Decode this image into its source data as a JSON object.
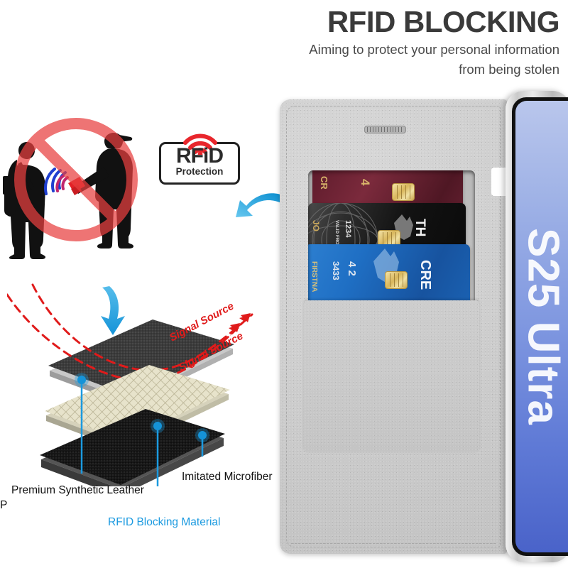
{
  "header": {
    "title": "RFID BLOCKING",
    "subtitle_line1": "Aiming to protect your personal information",
    "subtitle_line2": "from being stolen"
  },
  "badge": {
    "main_text": "RFiD",
    "sub_text": "Protection",
    "wave_color": "#e8262c",
    "frame_color": "#222222"
  },
  "prohibition": {
    "icon_name": "no-rfid-theft-sign",
    "circle_color": "#e8403f",
    "silhouette_color": "#111111",
    "scanner_color": "#e32227",
    "wave_color_primary": "#1f3fd0",
    "wave_color_secondary": "#c0266e"
  },
  "layers": {
    "signal_labels": [
      "Signal Source",
      "Signal Source"
    ],
    "signal_color": "#e01b1b",
    "incoming_arrow_color": "#29a3e0",
    "callouts": [
      {
        "label": "Premium Synthetic Leather",
        "color": "#111111"
      },
      {
        "label": "RFID Blocking Material",
        "color": "#1b9ae0"
      },
      {
        "label": "Imitated Microfiber",
        "color": "#111111"
      }
    ],
    "clipped_label": "P",
    "layer_names": [
      "leather-layer",
      "rfid-mesh-layer",
      "microfiber-layer"
    ]
  },
  "case": {
    "material_name": "gray-leather-flip-case",
    "speaker_cutout": "speaker-grille",
    "cards": [
      {
        "name": "maroon-credit-card",
        "color": "#6b2132",
        "texts": [
          "CR",
          "4"
        ]
      },
      {
        "name": "black-credit-card",
        "color": "#1b1b1b",
        "texts": [
          "JO",
          "VALID FROM",
          "1234",
          "TH"
        ]
      },
      {
        "name": "blue-credit-card",
        "color": "#1f6fc4",
        "texts": [
          "FIRSTNA",
          "3433",
          "4 2",
          "CRE"
        ]
      }
    ]
  },
  "phone": {
    "wallpaper_text": "S25 Ultra",
    "frame_color": "#c9c9c9",
    "screen_gradient_top": "#b9c6ec",
    "screen_gradient_bottom": "#4a63c9"
  }
}
